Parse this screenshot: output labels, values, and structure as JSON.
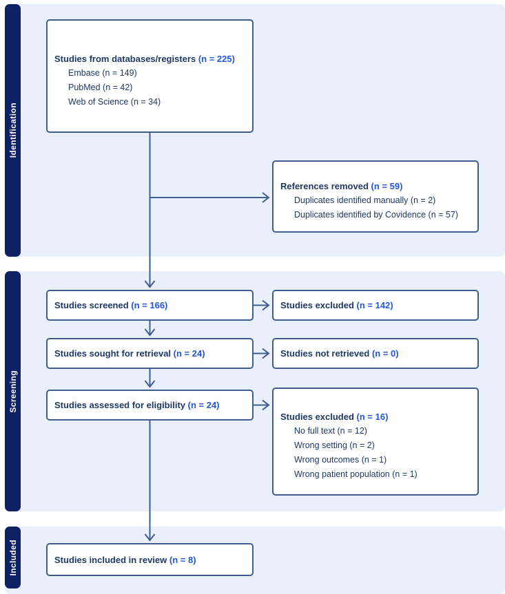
{
  "diagram": {
    "type": "prisma-flow",
    "colors": {
      "section_bg": "#e9effb",
      "rail_bg": "#0d2164",
      "box_border": "#3e5c8c",
      "text_navy": "#1f3864",
      "accent_blue": "#2355dc",
      "arrow": "#3e5c8c"
    },
    "sections": {
      "identification": {
        "label": "Identification"
      },
      "screening": {
        "label": "Screening"
      },
      "included": {
        "label": "Included"
      }
    },
    "boxes": {
      "source": {
        "label": "Studies from databases/registers",
        "count": "(n = 225)",
        "items": [
          "Embase (n = 149)",
          "PubMed (n = 42)",
          "Web of Science (n = 34)"
        ]
      },
      "references_removed": {
        "label": "References removed",
        "count": "(n = 59)",
        "items": [
          "Duplicates identified manually (n = 2)",
          "Duplicates identified by Covidence (n = 57)"
        ]
      },
      "screened": {
        "label": "Studies screened",
        "count": "(n = 166)"
      },
      "excluded_screening": {
        "label": "Studies excluded",
        "count": "(n = 142)"
      },
      "sought": {
        "label": "Studies sought for retrieval",
        "count": "(n = 24)"
      },
      "not_retrieved": {
        "label": "Studies not retrieved",
        "count": "(n = 0)"
      },
      "assessed": {
        "label": "Studies assessed for eligibility",
        "count": "(n = 24)"
      },
      "excluded_eligibility": {
        "label": "Studies excluded",
        "count": "(n = 16)",
        "items": [
          "No full text (n = 12)",
          "Wrong setting (n = 2)",
          "Wrong outcomes (n = 1)",
          "Wrong patient population (n = 1)"
        ]
      },
      "included": {
        "label": "Studies included in review",
        "count": "(n = 8)"
      }
    }
  }
}
